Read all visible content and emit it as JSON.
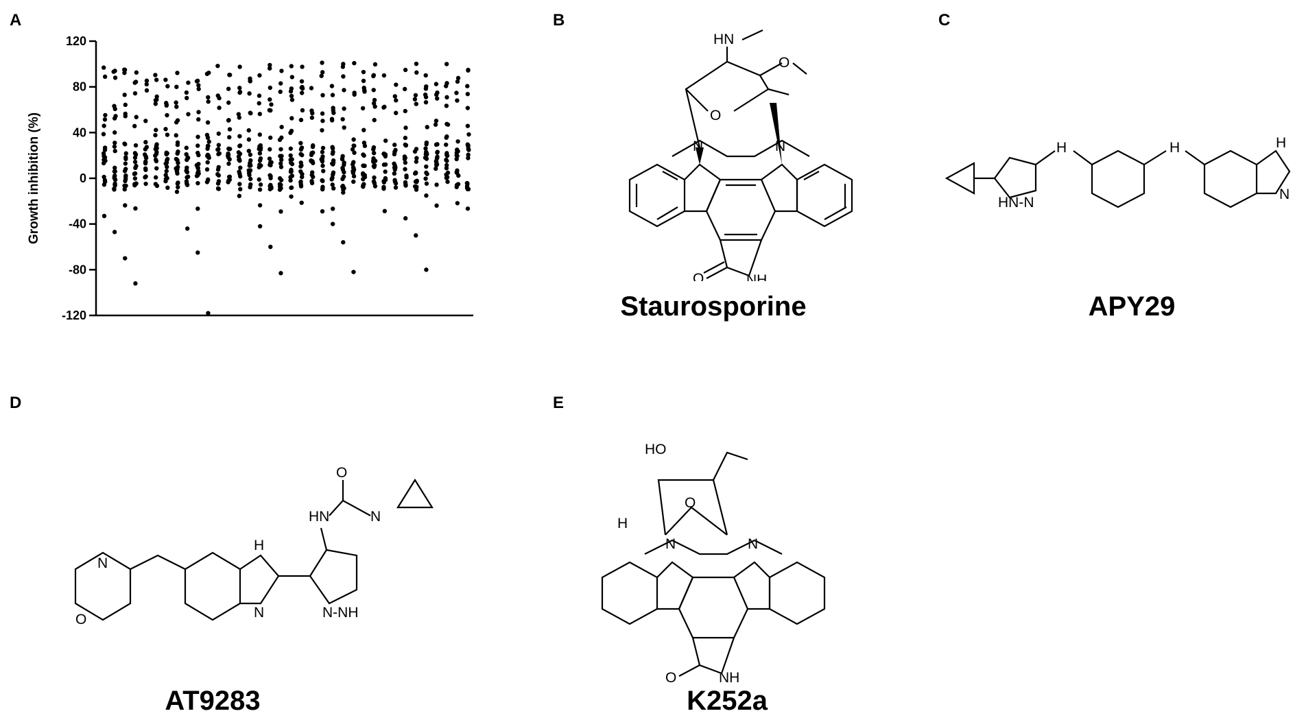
{
  "panels": [
    {
      "letter": "A"
    },
    {
      "letter": "B",
      "compound": "Staurosporine"
    },
    {
      "letter": "C",
      "compound": "APY29"
    },
    {
      "letter": "D",
      "compound": "AT9283"
    },
    {
      "letter": "E",
      "compound": "K252a"
    }
  ],
  "atoms": {
    "hn": "HN",
    "o": "O",
    "n": "N",
    "nh": "NH",
    "h": "H",
    "hnn": "HN-N",
    "nnh": "N-NH",
    "ho": "HO",
    "hwedge": "H"
  },
  "chart_data": {
    "type": "scatter",
    "ylabel": "Growth inhibition (%)",
    "xlabel": "",
    "ylim": [
      -120,
      120
    ],
    "yticks": [
      120,
      80,
      40,
      0,
      -40,
      -80,
      -120
    ],
    "grid": false,
    "columns": 36,
    "points_per_column_core": 14,
    "core_range": [
      -10,
      30
    ],
    "upper_cluster_range": [
      78,
      103
    ],
    "notable_outliers": [
      -92,
      -118,
      -83,
      -82,
      -80,
      -70,
      -65,
      -60,
      -56,
      -50,
      -47,
      -44,
      -42,
      -40,
      -35,
      -33
    ]
  }
}
